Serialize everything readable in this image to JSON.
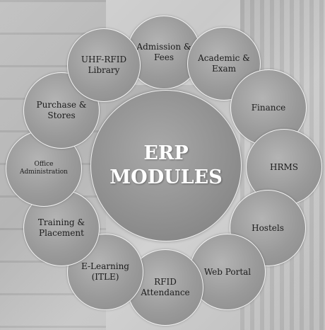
{
  "center": {
    "line1": "ERP",
    "line2": "MODULES"
  },
  "modules": [
    "Admission &\nFees",
    "Academic &\nExam",
    "Finance",
    "HRMS",
    "Hostels",
    "Web Portal",
    "RFID\nAttendance",
    "E-Learning\n(ITLE)",
    "Training &\nPlacement",
    "Office\nAdministration",
    "Purchase &\nStores",
    "UHF-RFID\nLibrary"
  ]
}
